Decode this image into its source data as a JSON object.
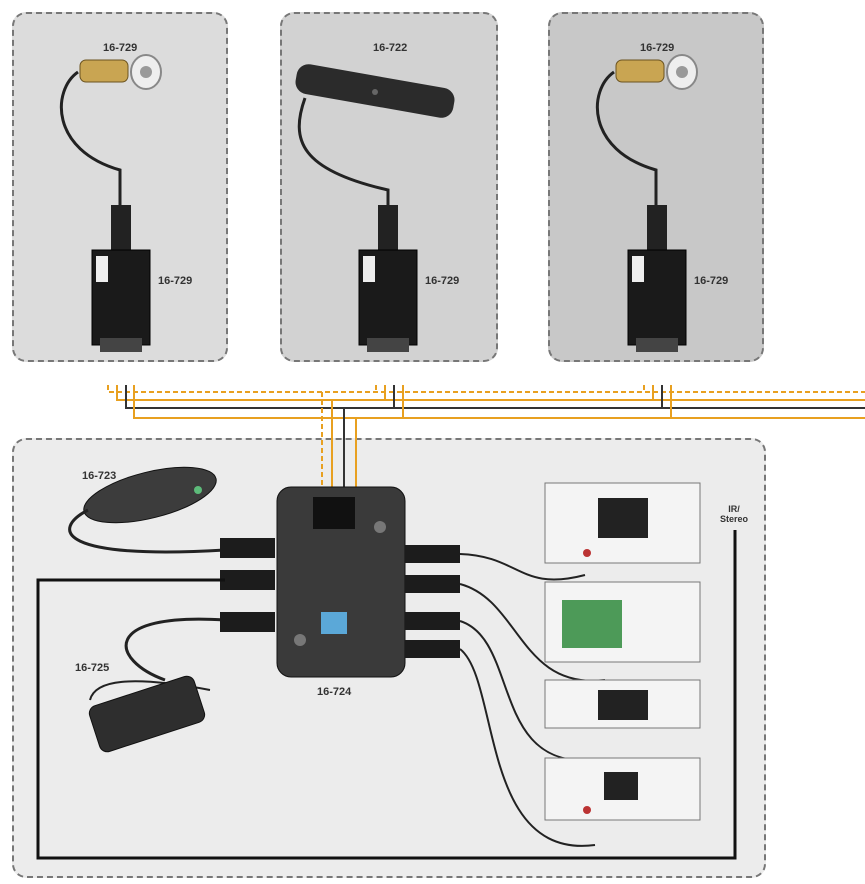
{
  "diagram": {
    "panels": [
      {
        "id": "panel-1",
        "sensor_label": "16-729",
        "module_label": "16-729"
      },
      {
        "id": "panel-2",
        "sensor_label": "16-722",
        "module_label": "16-729"
      },
      {
        "id": "panel-3",
        "sensor_label": "16-729",
        "module_label": "16-729"
      }
    ],
    "main": {
      "remote_label": "16-723",
      "power_label": "16-725",
      "hub_label": "16-724",
      "ir_stereo_label": "IR/\nStereo"
    }
  }
}
